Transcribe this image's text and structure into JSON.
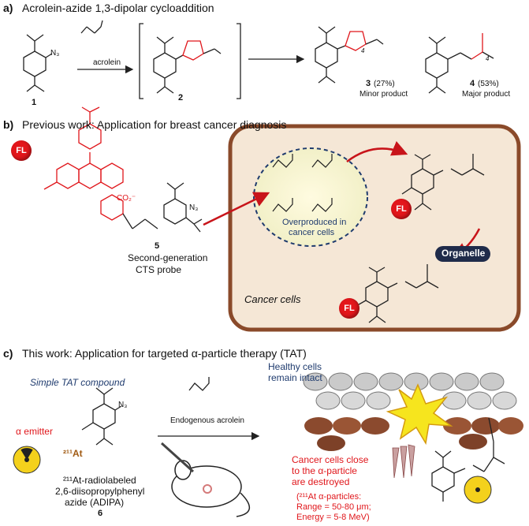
{
  "panel_a": {
    "label": "a)",
    "title": "Acrolein-azide 1,3-dipolar cycloaddition",
    "reagent": "acrolein",
    "compound_1": "1",
    "compound_2": "2",
    "compound_3": "3",
    "compound_3_yield": "(27%)",
    "compound_3_desc": "Minor product",
    "compound_4": "4",
    "compound_4_yield": "(53%)",
    "compound_4_desc": "Major product",
    "n3": "N₃",
    "pos4": "4"
  },
  "panel_b": {
    "label": "b)",
    "title": "Previous work: Application for breast cancer diagnosis",
    "fl": "FL",
    "compound_5": "5",
    "probe_line1": "Second-generation",
    "probe_line2": "CTS probe",
    "co2": "CO₂⁻",
    "overproduced_line1": "Overproduced in",
    "overproduced_line2": "cancer cells",
    "organelle": "Organelle",
    "cancer_cells": "Cancer cells"
  },
  "panel_c": {
    "label": "c)",
    "title": "This work: Application for targeted α-particle therapy (TAT)",
    "subtitle": "Simple TAT compound",
    "alpha_emitter": "α emitter",
    "at": "²¹¹At",
    "name_line1": "²¹¹At-radiolabeled",
    "name_line2": "2,6-diisopropylphenyl",
    "name_line3": "azide (ADIPA)",
    "compound_6": "6",
    "endogenous": "Endogenous acrolein",
    "healthy_line1": "Healthy cells",
    "healthy_line2": "remain intact",
    "destroyed_line1": "Cancer cells close",
    "destroyed_line2": "to the α-particle",
    "destroyed_line3": "are destroyed",
    "info_line1": "(²¹¹At α-particles:",
    "info_line2": "Range = 50-80 μm;",
    "info_line3": "Energy = 5-8 MeV)"
  },
  "colors": {
    "red": "#e0161b",
    "navy": "#1f3b6e",
    "cell_fill": "#f5e7d6",
    "cell_border": "#8a4a2a",
    "cancer_cell": "#8b4a2e",
    "healthy_cell": "#c8c8c8"
  }
}
